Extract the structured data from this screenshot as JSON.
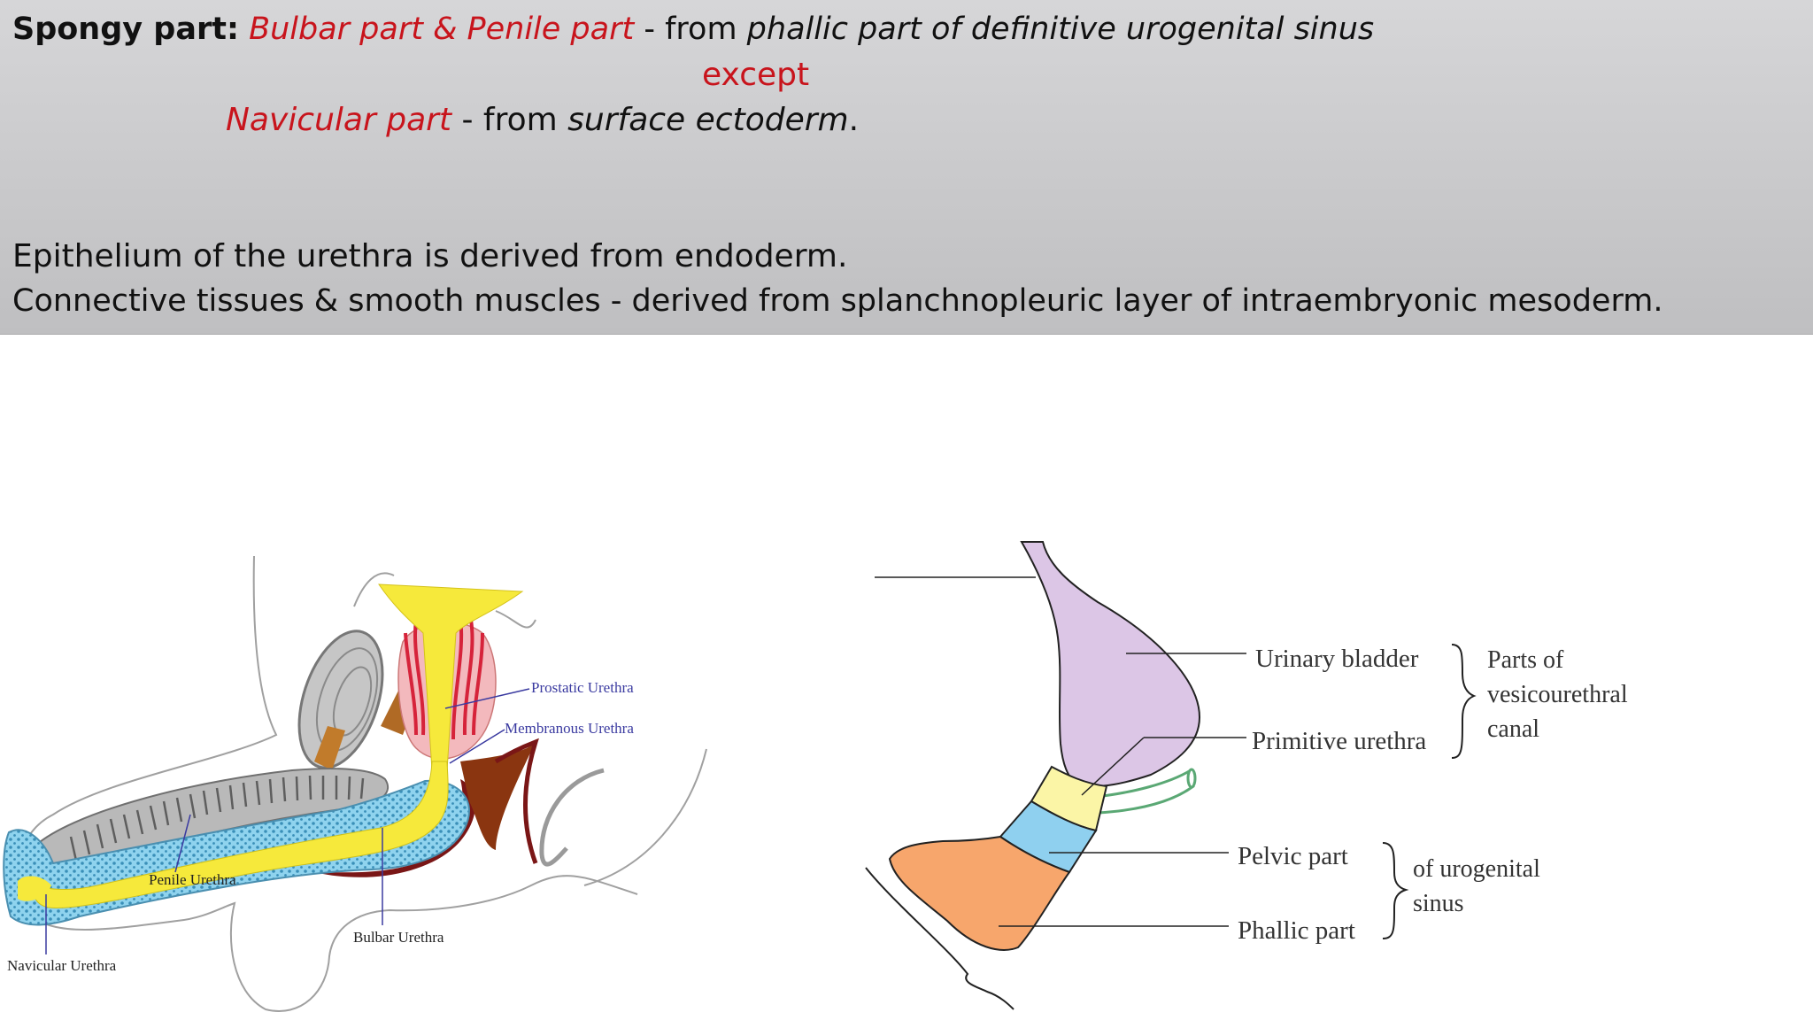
{
  "slide": {
    "line1": {
      "prefix": "Spongy part:",
      "red": "Bulbar part & Penile part",
      "mid": " - from ",
      "ital": "phallic part of definitive urogenital sinus"
    },
    "line2": "except",
    "line3": {
      "red": "Navicular part",
      "mid": " - from ",
      "ital": "surface ectoderm",
      "end": "."
    },
    "line4": "Epithelium of the urethra is derived from endoderm.",
    "line5": "Connective tissues & smooth muscles - derived from splanchnopleuric layer of intraembryonic mesoderm."
  },
  "left_diagram": {
    "labels": {
      "prostatic": "Prostatic Urethra",
      "membranous": "Membranous Urethra",
      "penile": "Penile Urethra",
      "bulbar": "Bulbar Urethra",
      "navicular": "Navicular Urethra"
    },
    "colors": {
      "urethra": "#f6e93b",
      "spongy": "#8fd3ee",
      "corpus": "#b9b9b9",
      "prostate": "#f3b9bd",
      "muscle": "#9b3a1d",
      "label": "#3a3aa0"
    }
  },
  "right_diagram": {
    "labels": {
      "urinary_bladder": "Urinary bladder",
      "primitive_urethra": "Primitive urethra",
      "pelvic_part": "Pelvic part",
      "phallic_part": "Phallic part"
    },
    "groups": {
      "vesicourethral": [
        "Parts of",
        "vesicourethral",
        "canal"
      ],
      "urogenital": [
        "of urogenital",
        "sinus"
      ]
    },
    "colors": {
      "bladder": "#dcc6e6",
      "primitive": "#fbf5a6",
      "pelvic": "#8fd0ef",
      "phallic": "#f7a66c",
      "duct": "#5aa874"
    }
  }
}
